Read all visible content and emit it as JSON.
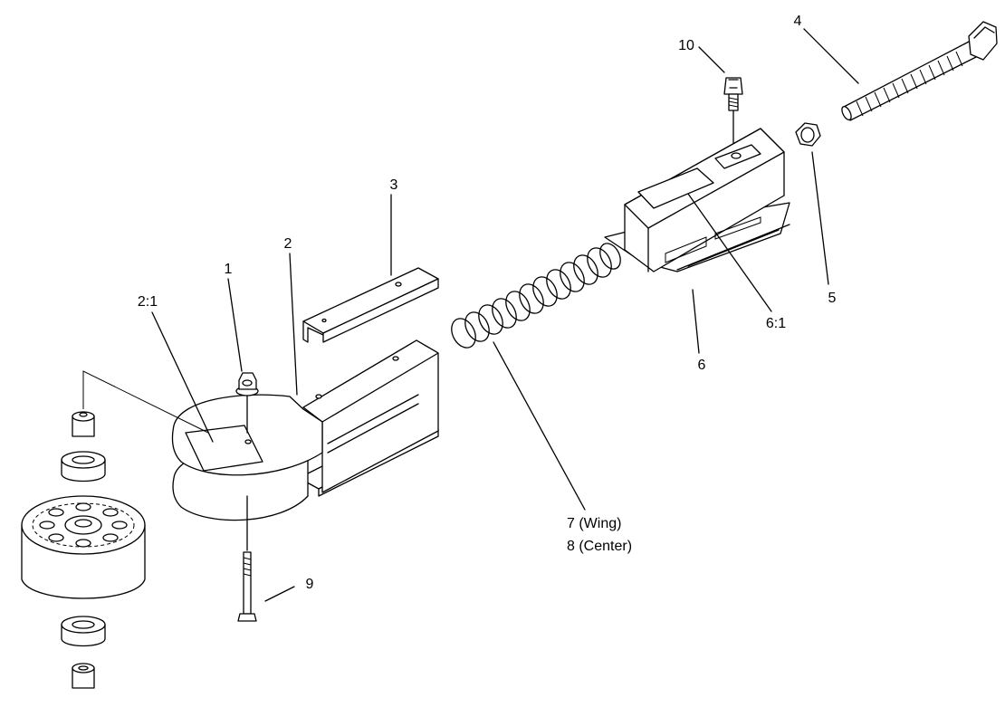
{
  "callouts": {
    "c1": "1",
    "c2": "2",
    "c2_1": "2:1",
    "c3": "3",
    "c4": "4",
    "c5": "5",
    "c6": "6",
    "c6_1": "6:1",
    "c7": "7 (Wing)",
    "c8": "8 (Center)",
    "c9": "9",
    "c10": "10"
  }
}
